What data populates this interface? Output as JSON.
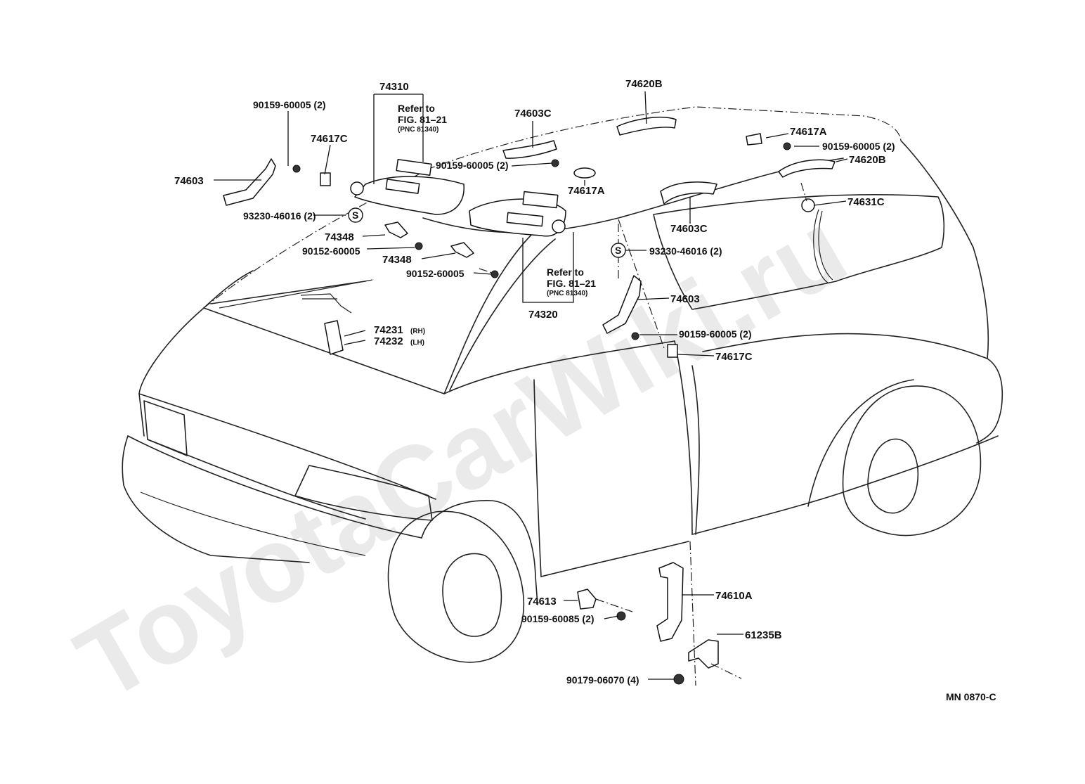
{
  "watermark": "ToyotaCarWiki.ru",
  "figure_code": "MN 0870-C",
  "callouts": {
    "c74310": "74310",
    "c74320": "74320",
    "c74620B_top": "74620B",
    "c74603C_top": "74603C",
    "c74603C_mid": "74603C",
    "c74617C_left": "74617C",
    "c74617C_right": "74617C",
    "c74603_left": "74603",
    "c74603_right": "74603",
    "c74617A_small": "74617A",
    "c74617A_right": "74617A",
    "c74620B_right": "74620B",
    "c74631C": "74631C",
    "c74348_a": "74348",
    "c74348_b": "74348",
    "c74231": "74231",
    "c74231_side": "(RH)",
    "c74232": "74232",
    "c74232_side": "(LH)",
    "c74613": "74613",
    "c74610A": "74610A",
    "c61235B": "61235B",
    "b90159_a": "90159-60005 (2)",
    "b90159_b": "90159-60005 (2)",
    "b90159_c": "90159-60005 (2)",
    "b90159_d": "90159-60005 (2)",
    "b90159_85": "90159-60085 (2)",
    "b90152_a": "90152-60005",
    "b90152_b": "90152-60005",
    "b93230_a": "93230-46016 (2)",
    "b93230_b": "93230-46016 (2)",
    "b90179": "90179-06070 (4)",
    "s_mark": "S"
  },
  "refer_notes": [
    {
      "line1": "Refer to",
      "line2": "FIG. 81–21",
      "line3": "(PNC 81340)"
    },
    {
      "line1": "Refer to",
      "line2": "FIG. 81–21",
      "line3": "(PNC 81340)"
    }
  ]
}
